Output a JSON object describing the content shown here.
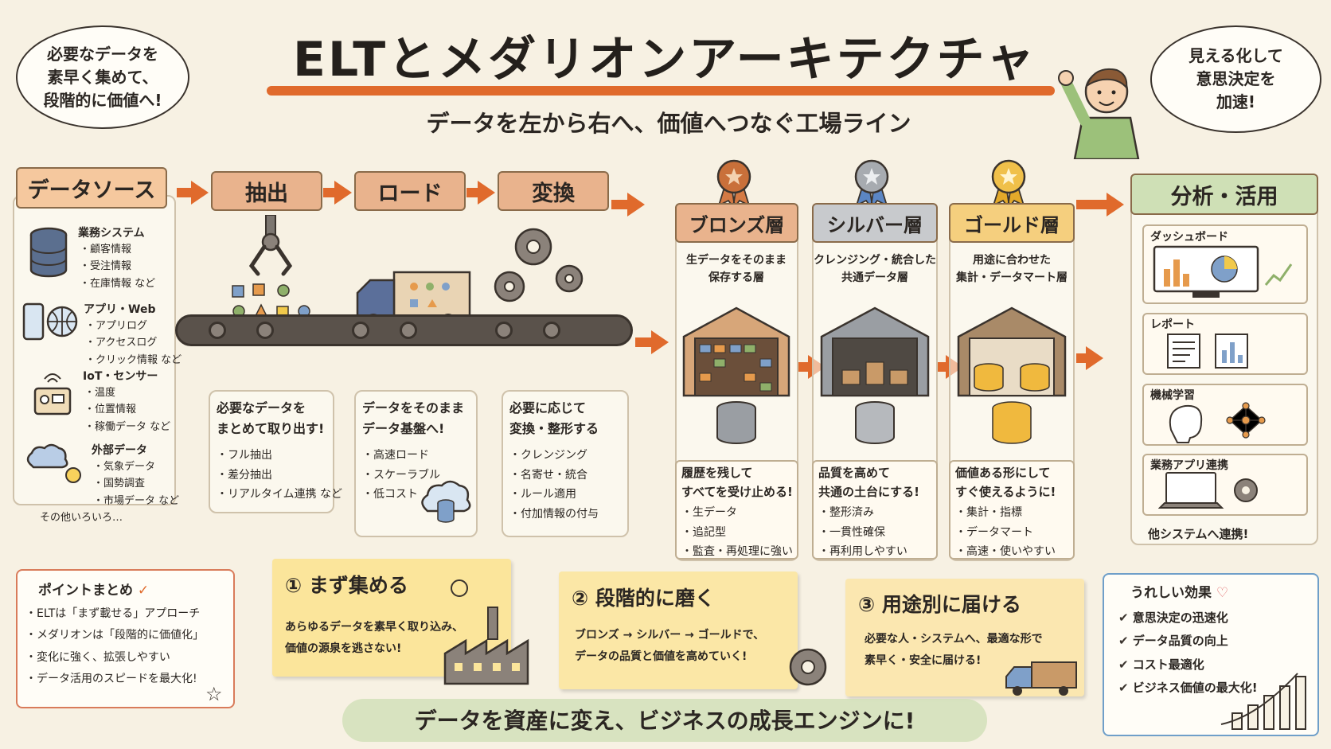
{
  "title": "ELTとメダリオンアーキテクチャ",
  "subtitle": "データを左から右へ、価値へつなぐ工場ライン",
  "bubble_left": "必要なデータを\n素早く集めて、\n段階的に価値へ!",
  "bubble_right": "見える化して\n意思決定を\n加速!",
  "colors": {
    "accent": "#e06a2c",
    "bronze": "#c9703a",
    "silver": "#9a9ea3",
    "gold": "#e3a92a",
    "green": "#8fb06a"
  },
  "sources": {
    "header": "データソース",
    "groups": [
      {
        "title": "業務システム",
        "items": [
          "顧客情報",
          "受注情報",
          "在庫情報 など"
        ],
        "icon": "database-icon"
      },
      {
        "title": "アプリ・Web",
        "items": [
          "アプリログ",
          "アクセスログ",
          "クリック情報 など"
        ],
        "icon": "globe-icon"
      },
      {
        "title": "IoT・センサー",
        "items": [
          "温度",
          "位置情報",
          "稼働データ など"
        ],
        "icon": "sensor-icon"
      },
      {
        "title": "外部データ",
        "items": [
          "気象データ",
          "国勢調査",
          "市場データ など"
        ],
        "icon": "weather-icon"
      }
    ],
    "footer": "その他いろいろ…"
  },
  "extract": {
    "header": "抽出",
    "desc": "必要なデータを\nまとめて取り出す!",
    "items": [
      "フル抽出",
      "差分抽出",
      "リアルタイム連携 など"
    ]
  },
  "load": {
    "header": "ロード",
    "desc": "データをそのまま\nデータ基盤へ!",
    "items": [
      "高速ロード",
      "スケーラブル",
      "低コスト"
    ]
  },
  "transform": {
    "header": "変換",
    "desc": "必要に応じて\n変換・整形する",
    "items": [
      "クレンジング",
      "名寄せ・統合",
      "ルール適用",
      "付加情報の付与"
    ]
  },
  "bronze": {
    "header": "ブロンズ層",
    "top": "生データをそのまま\n保存する層",
    "desc": "履歴を残して\nすべてを受け止める!",
    "items": [
      "生データ",
      "追記型",
      "監査・再処理に強い"
    ]
  },
  "silver": {
    "header": "シルバー層",
    "top": "クレンジング・統合した\n共通データ層",
    "desc": "品質を高めて\n共通の土台にする!",
    "items": [
      "整形済み",
      "一貫性確保",
      "再利用しやすい"
    ]
  },
  "gold": {
    "header": "ゴールド層",
    "top": "用途に合わせた\n集計・データマート層",
    "desc": "価値ある形にして\nすぐ使えるように!",
    "items": [
      "集計・指標",
      "データマート",
      "高速・使いやすい"
    ]
  },
  "analytics": {
    "header": "分析・活用",
    "cards": [
      "ダッシュボード",
      "レポート",
      "機械学習",
      "業務アプリ連携"
    ],
    "footer": "他システムへ連携!"
  },
  "summary": {
    "title": "ポイントまとめ",
    "items": [
      "ELTは「まず載せる」アプローチ",
      "メダリオンは「段階的に価値化」",
      "変化に強く、拡張しやすい",
      "データ活用のスピードを最大化!"
    ]
  },
  "notes": [
    {
      "num": "①",
      "title": "まず集める",
      "body": "あらゆるデータを素早く取り込み、\n価値の源泉を逃さない!"
    },
    {
      "num": "②",
      "title": "段階的に磨く",
      "body": "ブロンズ → シルバー → ゴールドで、\nデータの品質と価値を高めていく!"
    },
    {
      "num": "③",
      "title": "用途別に届ける",
      "body": "必要な人・システムへ、最適な形で\n素早く・安全に届ける!"
    }
  ],
  "benefits": {
    "title": "うれしい効果",
    "items": [
      "意思決定の迅速化",
      "データ品質の向上",
      "コスト最適化",
      "ビジネス価値の最大化!"
    ]
  },
  "footer": "データを資産に変え、ビジネスの成長エンジンに!"
}
